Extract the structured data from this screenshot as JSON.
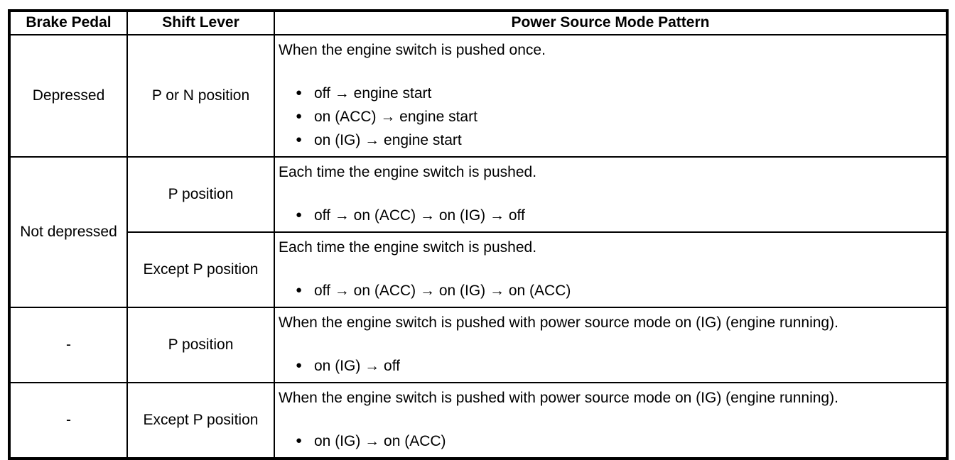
{
  "icons": {
    "bullet": "●"
  },
  "table": {
    "headers": [
      "Brake Pedal",
      "Shift Lever",
      "Power Source Mode Pattern"
    ],
    "rows": [
      {
        "brake_pedal": "Depressed",
        "shift_lever": "P or N position",
        "intro": "When the engine switch is pushed once.",
        "bullets": [
          "off → engine start",
          "on (ACC) → engine start",
          "on (IG) → engine start"
        ]
      },
      {
        "brake_pedal": "Not depressed",
        "shift_lever": "P position",
        "intro": "Each time the engine switch is pushed.",
        "bullets": [
          "off → on (ACC) → on (IG) → off"
        ]
      },
      {
        "shift_lever": "Except P position",
        "intro": "Each time the engine switch is pushed.",
        "bullets": [
          "off → on (ACC) → on (IG) → on (ACC)"
        ]
      },
      {
        "brake_pedal": "-",
        "shift_lever": "P position",
        "intro": "When the engine switch is pushed with power source mode on (IG) (engine running).",
        "bullets": [
          "on (IG) → off"
        ]
      },
      {
        "brake_pedal": "-",
        "shift_lever": "Except P position",
        "intro": "When the engine switch is pushed with power source mode on (IG) (engine running).",
        "bullets": [
          "on (IG) → on (ACC)"
        ]
      }
    ]
  }
}
